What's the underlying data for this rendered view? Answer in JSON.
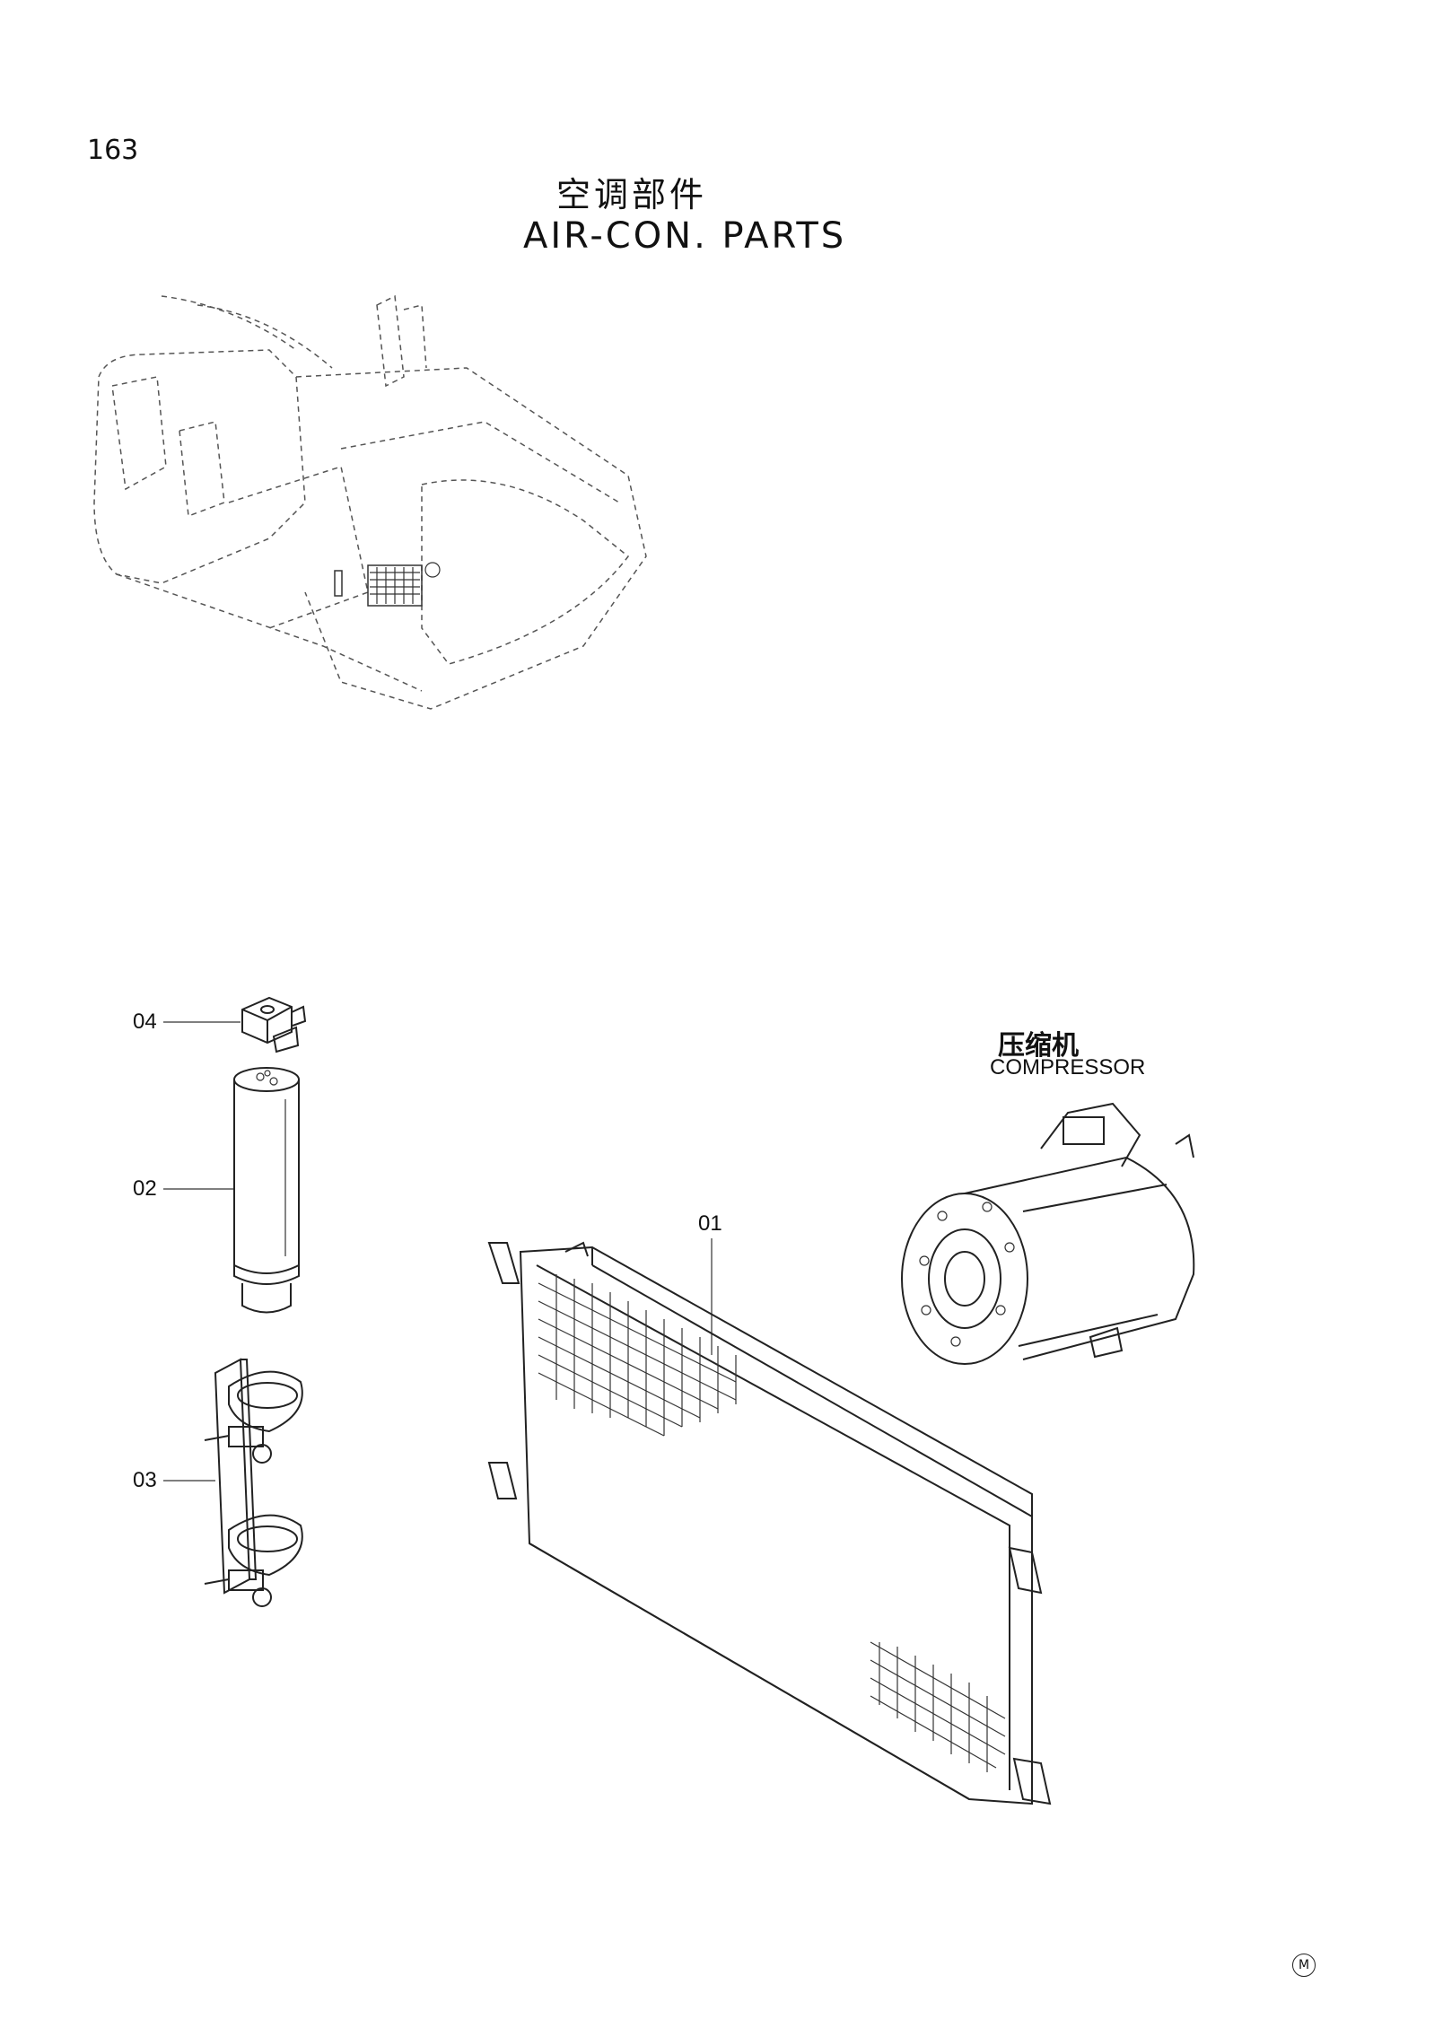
{
  "page_number": "163",
  "title_cn": "空调部件",
  "title_en": "AIR-CON. PARTS",
  "compressor": {
    "label_cn": "压缩机",
    "label_en": "COMPRESSOR"
  },
  "callouts": {
    "p01": "01",
    "p02": "02",
    "p03": "03",
    "p04": "04"
  },
  "corner_mark": "M"
}
